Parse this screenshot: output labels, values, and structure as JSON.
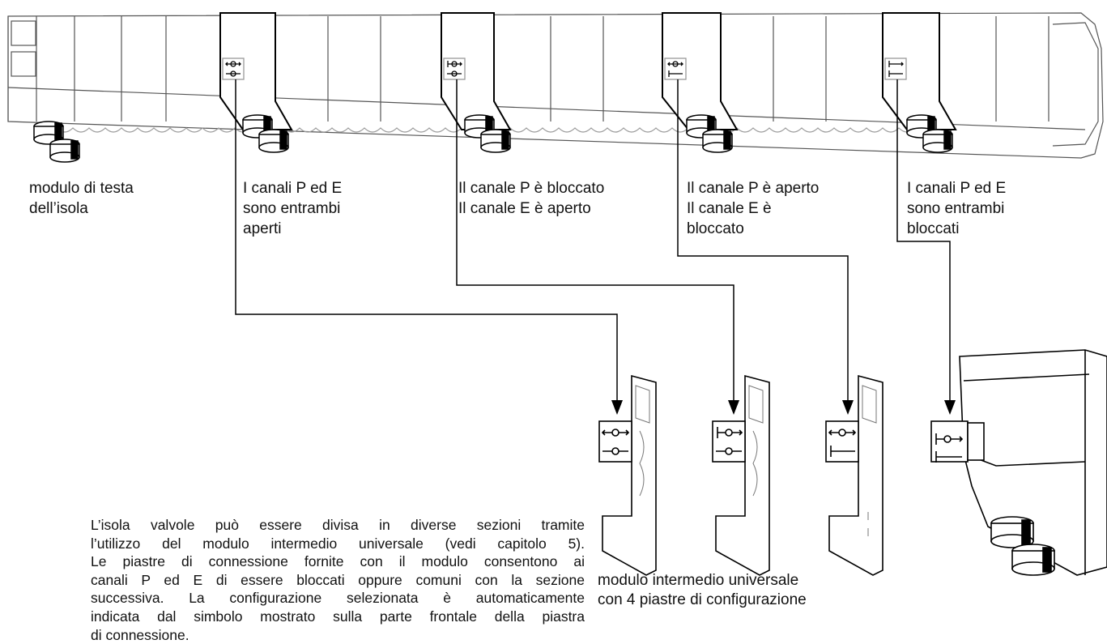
{
  "labels": {
    "head_module": [
      "modulo di testa",
      "dell’isola"
    ],
    "plate_1": [
      "I canali P ed E",
      "sono entrambi",
      "aperti"
    ],
    "plate_2": [
      "Il canale P è bloccato",
      "Il canale E è aperto"
    ],
    "plate_3": [
      "Il canale P è aperto",
      "Il canale E è",
      "bloccato"
    ],
    "plate_4": [
      "I canali P ed E",
      "sono entrambi",
      "bloccati"
    ]
  },
  "description_lines": [
    "L’isola valvole può essere divisa in diverse sezioni tramite",
    "l’utilizzo del modulo intermedio universale (vedi capitolo 5).",
    "Le piastre di connessione fornite con il modulo consentono ai",
    "canali P ed E di essere bloccati oppure comuni con la sezione",
    "successiva. La configurazione selezionata è automaticamente",
    "indicata dal simbolo mostrato sulla parte frontale della piastra",
    "di connessione."
  ],
  "caption": [
    "modulo intermedio universale",
    "con 4 piastre di configurazione"
  ],
  "colors": {
    "line": "#000000",
    "label": "#111111",
    "art": "#444444"
  }
}
